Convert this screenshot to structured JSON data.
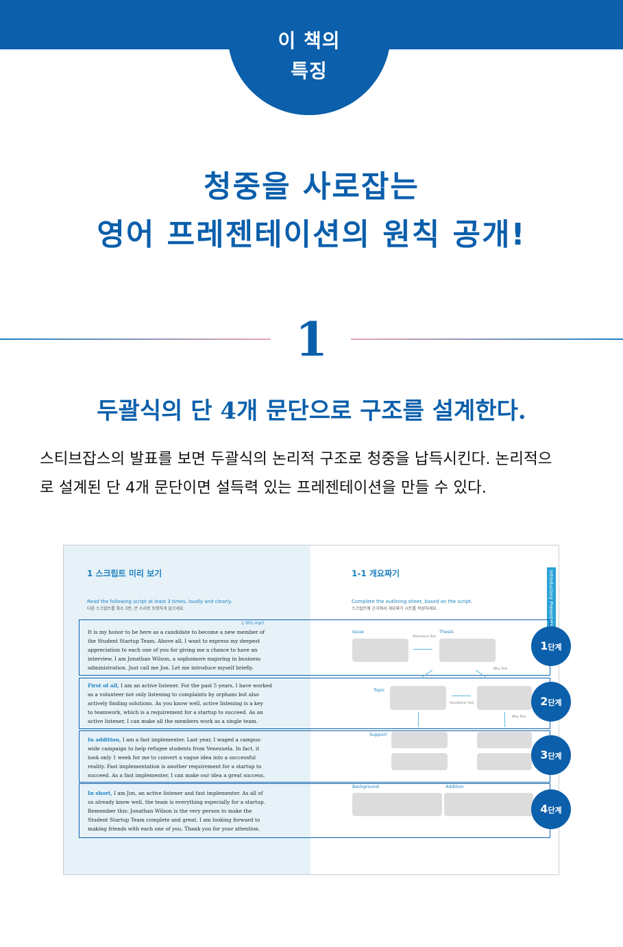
{
  "badge": {
    "line1": "이 책의",
    "line2": "특징"
  },
  "headline": {
    "line1": "청중을 사로잡는",
    "line2": "영어 프레젠테이션의 원칙 공개!"
  },
  "section": {
    "number": "1",
    "subhead": "두괄식의 단 4개 문단으로 구조를 설계한다.",
    "desc_line1": "스티브잡스의 발표를 보면 두괄식의 논리적 구조로 청중을 납득시킨다. 논리적으",
    "desc_line2": "로 설계된 단 4개 문단이면 설득력 있는 프레젠테이션을 만들 수 있다."
  },
  "book": {
    "left_title": "1  스크립트 미리 보기",
    "left_instr_en": "Read the following script at least 3 times, loudly and clearly.",
    "left_instr_ko": "다음 스크립트를 최소 3번, 큰 소리로 또렷하게 읽으세요.",
    "mp3": "♫ 001.mp3",
    "right_title": "1-1  개요짜기",
    "right_instr_en": "Complete the outlining sheet, based on the script.",
    "right_instr_ko": "스크립트에 근거해서 개요짜기 시트를 작성하세요.",
    "side_tab": "Introductory Presentation",
    "p1": [
      "It is my honor to be here as a candidate to become a new member of",
      "the Student Startup Team. Above all, I want to express my deepest",
      "appreciation to each one of you for giving me a chance to have an",
      "interview. I am Jonathan Wilson, a sophomore majoring in business",
      "administration. Just call me Jon. Let me introduce myself briefly."
    ],
    "p2_lead": "First of all,",
    "p2": [
      " I am an active listener. For the past 5 years, I have worked",
      "as a volunteer not only listening to complaints by orphans but also",
      "actively finding solutions. As you know well, active listening is a key",
      "to teamwork, which is a requirement for a startup to succeed. As an",
      "active listener, I can make all the members work as a single team."
    ],
    "p3_lead": "In addition,",
    "p3": [
      " I am a fast implementer. Last year, I waged a campus-",
      "wide campaign to help refugee students from Venezuela. In fact, it",
      "took only 1 week for me to convert a vague idea into a successful",
      "reality. Fast implementation is another requirement for a startup to",
      "succeed. As a fast implementer, I can make our idea a great success."
    ],
    "p4_lead": "In short,",
    "p4": [
      " I am Jon, an active listener and fast implementer. As all of",
      "us already know well, the team is everything especially for a startup.",
      "Remember this: Jonathan Wilson is the very person to make the",
      "Student Startup Team complete and great. I am looking forward to",
      "making friends with each one of you. Thank you for your attention."
    ],
    "labels": {
      "issue": "Issue",
      "thesis": "Thesis",
      "topic": "Topic",
      "support": "Support",
      "background": "Background",
      "addition": "Addition",
      "relevance": "Relevance Test",
      "why1": "Why Test",
      "parallelism": "Parallelism Test",
      "why2": "Why Test"
    },
    "steps": [
      {
        "num": "1",
        "unit": "단계"
      },
      {
        "num": "2",
        "unit": "단계"
      },
      {
        "num": "3",
        "unit": "단계"
      },
      {
        "num": "4",
        "unit": "단계"
      }
    ]
  },
  "colors": {
    "brand_blue": "#0b5fab",
    "light_blue": "#1a7fc1",
    "page_tint": "#e6f2f8"
  }
}
